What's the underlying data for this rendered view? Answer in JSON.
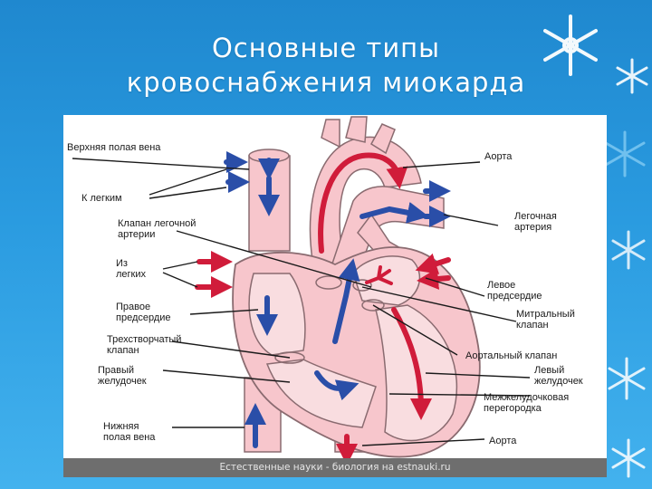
{
  "slide": {
    "title": "Основные типы\nкровоснабжения миокарда"
  },
  "diagram": {
    "labels": {
      "superior_vena_cava": "Верхняя полая вена",
      "to_lungs": "К легким",
      "pulmonary_valve": "Клапан легочной\nартерии",
      "from_lungs": "Из\nлегких",
      "right_atrium": "Правое\nпредсердие",
      "tricuspid_valve": "Трехстворчатый\nклапан",
      "right_ventricle": "Правый\nжелудочек",
      "inferior_vena_cava": "Нижняя\nполая вена",
      "aorta_top": "Аорта",
      "pulmonary_artery": "Легочная\nартерия",
      "left_atrium": "Левое\nпредсердие",
      "mitral_valve": "Митральный\nклапан",
      "aortic_valve": "Аортальный клапан",
      "left_ventricle": "Левый\nжелудочек",
      "septum": "Межжелудочковая\nперегородка",
      "aorta_bottom": "Аорта"
    },
    "caption": "Естественные науки - биология на estnauki.ru",
    "colors": {
      "tissue": "#f7c6cc",
      "chamber": "#f9dde0",
      "outline": "#8a6b70",
      "deoxygenated_arrow": "#2a4ea8",
      "oxygenated_arrow": "#d01c3a"
    }
  },
  "decor": {
    "icons": [
      "snowflake-icon"
    ]
  }
}
